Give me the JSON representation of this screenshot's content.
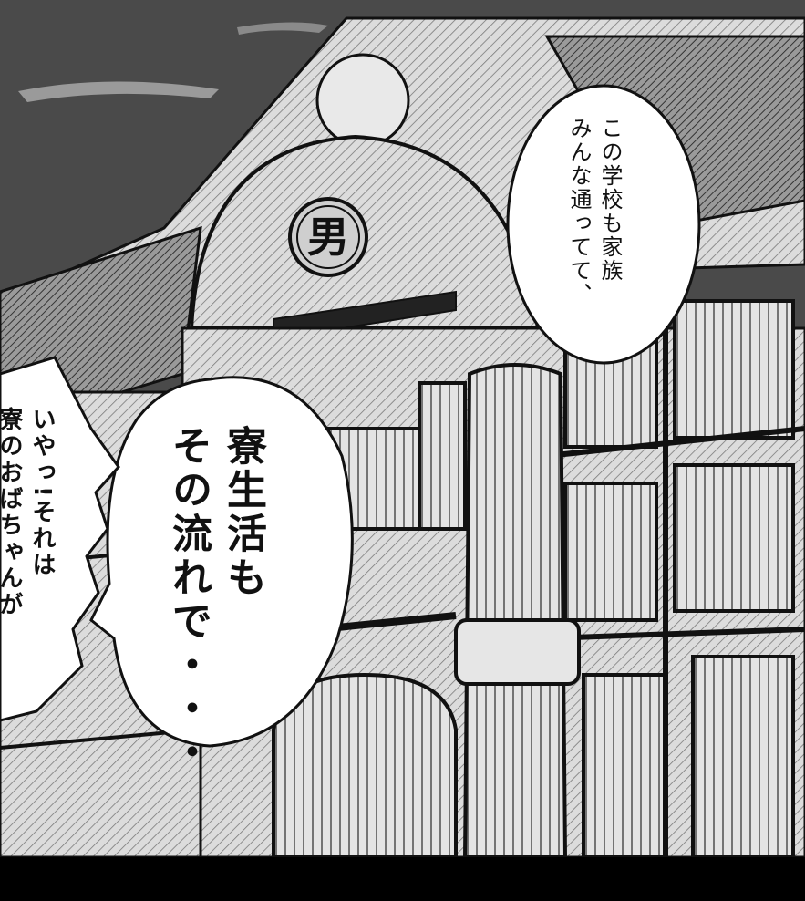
{
  "panel": {
    "sign_character": "男",
    "bubbles": {
      "top_right": [
        "この学校も家族",
        "みんな通ってて、"
      ],
      "center": [
        "寮生活も",
        "その流れで・・・"
      ],
      "left": [
        "いやっ!それは",
        "寮のおばちゃんが"
      ]
    }
  },
  "colors": {
    "sky": "#4a4a4a",
    "building": "#d6d6d6",
    "ink": "#111111",
    "bubble_fill": "#ffffff",
    "border": "#000000"
  }
}
